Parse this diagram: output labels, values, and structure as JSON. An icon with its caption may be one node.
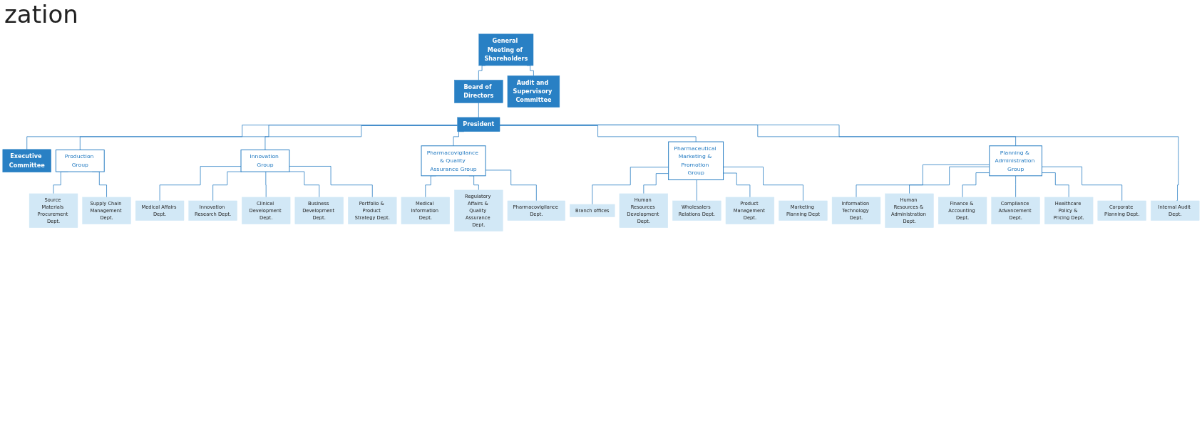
{
  "diagram": {
    "title": "zation",
    "nodes": [
      {
        "text": [
          "General Meeting of Shareholders"
        ]
      },
      {
        "text": [
          "Audit and Supervisory Committee"
        ]
      },
      {
        "text": [
          "Board of Directors"
        ]
      },
      {
        "text": [
          "President"
        ]
      },
      {
        "text": [
          "Executive Committee"
        ]
      },
      {
        "text": [
          "Production Group"
        ]
      },
      {
        "text": [
          "Innovation Group"
        ]
      },
      {
        "text": [
          "Pharmacovigilance & Quality Assurance Group"
        ]
      },
      {
        "text": [
          "Pharmaceutical Marketing & Promotion Group"
        ]
      },
      {
        "text": [
          "Planning & Administration Group"
        ]
      },
      {
        "text": [
          "Source Materials Procurement Dept."
        ]
      },
      {
        "text": [
          "Supply Chain Management Dept."
        ]
      },
      {
        "text": [
          "Medical Affairs Dept."
        ]
      },
      {
        "text": [
          "Innovation Research Dept."
        ]
      },
      {
        "text": [
          "Clinical Development Dept."
        ]
      },
      {
        "text": [
          "Business Development Dept."
        ]
      },
      {
        "text": [
          "Portfolio & Product Strategy Dept."
        ]
      },
      {
        "text": [
          "Medical Information Dept."
        ]
      },
      {
        "text": [
          "Regulatory Affairs & Quality Assurance Dept."
        ]
      },
      {
        "text": [
          "Pharmacovigilance Dept."
        ]
      },
      {
        "text": [
          "Branch offices"
        ]
      },
      {
        "text": [
          "Human Resources Development Dept."
        ]
      },
      {
        "text": [
          "Wholesalers Relations Dept."
        ]
      },
      {
        "text": [
          "Product Management Dept."
        ]
      },
      {
        "text": [
          "Marketing Planning Dept"
        ]
      },
      {
        "text": [
          "Information Technology Dept."
        ]
      },
      {
        "text": [
          "Human Resources & Administration Dept."
        ]
      },
      {
        "text": [
          "Finance & Accounting Dept."
        ]
      },
      {
        "text": [
          "Compliance Advancement Dept."
        ]
      },
      {
        "text": [
          "Healthcare Policy & Pricing Dept."
        ]
      },
      {
        "text": [
          "Corporate Planning Dept."
        ]
      },
      {
        "text": [
          "Internal Audit Dept."
        ]
      }
    ],
    "edges": [
      {
        "from": 0,
        "to": 2,
        "arrow": "none"
      },
      {
        "from": 0,
        "to": 1,
        "arrow": "none"
      },
      {
        "from": 2,
        "to": 3,
        "arrow": "none"
      },
      {
        "from": 3,
        "to": 4,
        "arrow": "none"
      },
      {
        "from": 3,
        "to": 5,
        "arrow": "none"
      },
      {
        "from": 3,
        "to": 6,
        "arrow": "none"
      },
      {
        "from": 3,
        "to": 7,
        "arrow": "none"
      },
      {
        "from": 3,
        "to": 8,
        "arrow": "none"
      },
      {
        "from": 3,
        "to": 9,
        "arrow": "none"
      },
      {
        "from": 3,
        "to": 31,
        "arrow": "none"
      },
      {
        "from": 5,
        "to": 10,
        "arrow": "none"
      },
      {
        "from": 5,
        "to": 11,
        "arrow": "none"
      },
      {
        "from": 6,
        "to": 12,
        "arrow": "none"
      },
      {
        "from": 6,
        "to": 13,
        "arrow": "none"
      },
      {
        "from": 6,
        "to": 14,
        "arrow": "none"
      },
      {
        "from": 6,
        "to": 15,
        "arrow": "none"
      },
      {
        "from": 6,
        "to": 16,
        "arrow": "none"
      },
      {
        "from": 7,
        "to": 17,
        "arrow": "none"
      },
      {
        "from": 7,
        "to": 18,
        "arrow": "none"
      },
      {
        "from": 7,
        "to": 19,
        "arrow": "none"
      },
      {
        "from": 8,
        "to": 20,
        "arrow": "none"
      },
      {
        "from": 8,
        "to": 21,
        "arrow": "none"
      },
      {
        "from": 8,
        "to": 22,
        "arrow": "none"
      },
      {
        "from": 8,
        "to": 23,
        "arrow": "none"
      },
      {
        "from": 8,
        "to": 24,
        "arrow": "none"
      },
      {
        "from": 9,
        "to": 25,
        "arrow": "none"
      },
      {
        "from": 9,
        "to": 26,
        "arrow": "none"
      },
      {
        "from": 9,
        "to": 27,
        "arrow": "none"
      },
      {
        "from": 9,
        "to": 28,
        "arrow": "none"
      },
      {
        "from": 9,
        "to": 29,
        "arrow": "none"
      },
      {
        "from": 9,
        "to": 30,
        "arrow": "none"
      }
    ]
  }
}
